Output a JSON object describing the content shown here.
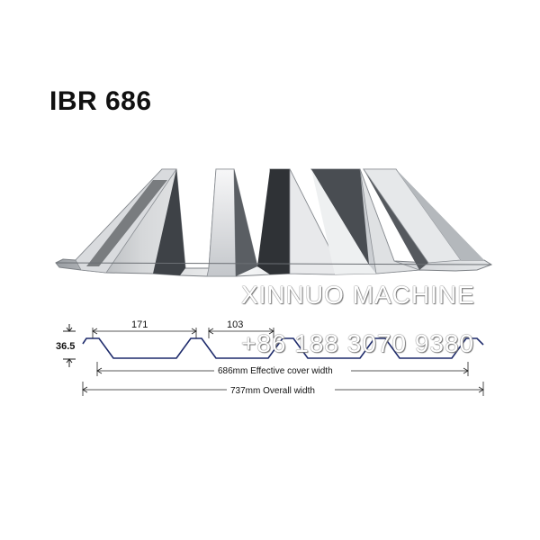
{
  "title": "IBR 686",
  "dimensions": {
    "rib_spacing": "171",
    "pan_width": "103",
    "rib_height": "36.5",
    "effective_cover": "686mm Effective cover width",
    "overall_width": "737mm Overall width"
  },
  "watermark": {
    "company": "XINNUO MACHINE",
    "phone": "+86 188 3070 9380"
  },
  "colors": {
    "profile_line": "#1d2a6b",
    "dimension_line": "#222222"
  }
}
